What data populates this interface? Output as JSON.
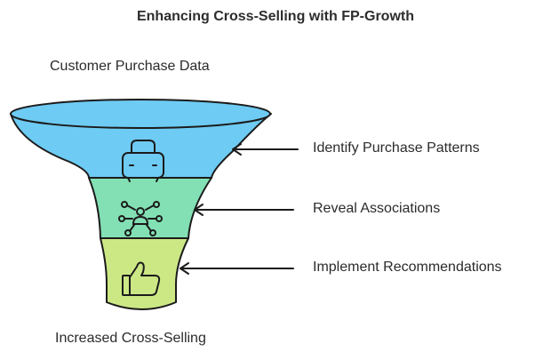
{
  "title": "Enhancing Cross-Selling with FP-Growth",
  "input_label": "Customer Purchase Data",
  "output_label": "Increased Cross-Selling",
  "stages": [
    {
      "label": "Identify Purchase Patterns",
      "icon": "briefcase-icon",
      "color": "#6ecbf3"
    },
    {
      "label": "Reveal Associations",
      "icon": "network-person-icon",
      "color": "#82e0b4"
    },
    {
      "label": "Implement Recommendations",
      "icon": "thumbs-up-icon",
      "color": "#cce885"
    }
  ]
}
